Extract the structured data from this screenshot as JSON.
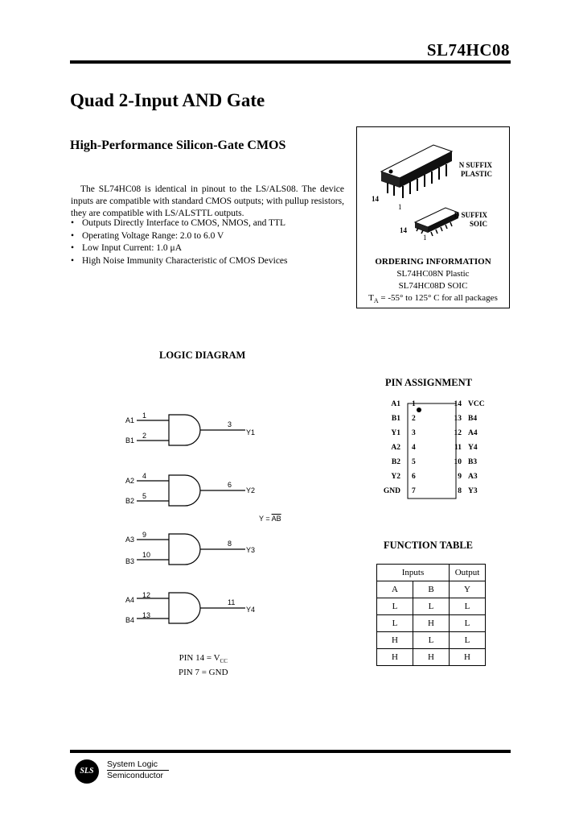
{
  "header": {
    "part_number": "SL74HC08"
  },
  "title": "Quad 2-Input AND Gate",
  "subtitle": "High-Performance Silicon-Gate CMOS",
  "description": "The SL74HC08 is identical in pinout to the LS/ALS08. The device inputs are compatible with standard CMOS outputs; with pullup resistors, they are compatible with LS/ALSTTL outputs.",
  "features": [
    "Outputs Directly Interface to CMOS, NMOS, and TTL",
    "Operating Voltage Range: 2.0 to 6.0 V",
    "Low Input Current: 1.0 μA",
    "High Noise Immunity Characteristic of CMOS Devices"
  ],
  "packages": {
    "n_suffix": "N SUFFIX",
    "n_type": "PLASTIC",
    "d_suffix": "D SUFFIX",
    "d_type": "SOIC",
    "pin14": "14",
    "pin1": "1"
  },
  "ordering": {
    "heading": "ORDERING INFORMATION",
    "line1": "SL74HC08N Plastic",
    "line2": "SL74HC08D SOIC",
    "temp_prefix": "T",
    "temp_sub": "A",
    "temp_rest": " = -55° to 125° C for all packages"
  },
  "logic_diagram": {
    "heading": "LOGIC DIAGRAM",
    "equation_left": "Y = ",
    "equation_bar": "AB",
    "gates": [
      {
        "in_a": "A1",
        "in_b": "B1",
        "pin_a": "1",
        "pin_b": "2",
        "pin_out": "3",
        "out": "Y1"
      },
      {
        "in_a": "A2",
        "in_b": "B2",
        "pin_a": "4",
        "pin_b": "5",
        "pin_out": "6",
        "out": "Y2"
      },
      {
        "in_a": "A3",
        "in_b": "B3",
        "pin_a": "9",
        "pin_b": "10",
        "pin_out": "8",
        "out": "Y3"
      },
      {
        "in_a": "A4",
        "in_b": "B4",
        "pin_a": "12",
        "pin_b": "13",
        "pin_out": "11",
        "out": "Y4"
      }
    ],
    "pin14_note": "PIN 14 = V",
    "pin14_sub": "CC",
    "pin7_note": "PIN 7 = GND"
  },
  "pin_assignment": {
    "heading": "PIN ASSIGNMENT",
    "rows": [
      {
        "left_name": "A1",
        "left_pin": "1",
        "right_pin": "14",
        "right_name": "VCC"
      },
      {
        "left_name": "B1",
        "left_pin": "2",
        "right_pin": "13",
        "right_name": "B4"
      },
      {
        "left_name": "Y1",
        "left_pin": "3",
        "right_pin": "12",
        "right_name": "A4"
      },
      {
        "left_name": "A2",
        "left_pin": "4",
        "right_pin": "11",
        "right_name": "Y4"
      },
      {
        "left_name": "B2",
        "left_pin": "5",
        "right_pin": "10",
        "right_name": "B3"
      },
      {
        "left_name": "Y2",
        "left_pin": "6",
        "right_pin": "9",
        "right_name": "A3"
      },
      {
        "left_name": "GND",
        "left_pin": "7",
        "right_pin": "8",
        "right_name": "Y3"
      }
    ]
  },
  "function_table": {
    "heading": "FUNCTION TABLE",
    "group_inputs": "Inputs",
    "group_output": "Output",
    "columns": [
      "A",
      "B",
      "Y"
    ],
    "rows": [
      [
        "L",
        "L",
        "L"
      ],
      [
        "L",
        "H",
        "L"
      ],
      [
        "H",
        "L",
        "L"
      ],
      [
        "H",
        "H",
        "H"
      ]
    ]
  },
  "footer": {
    "logo_text": "SLS",
    "company_line1": "System Logic",
    "company_line2": "Semiconductor"
  }
}
